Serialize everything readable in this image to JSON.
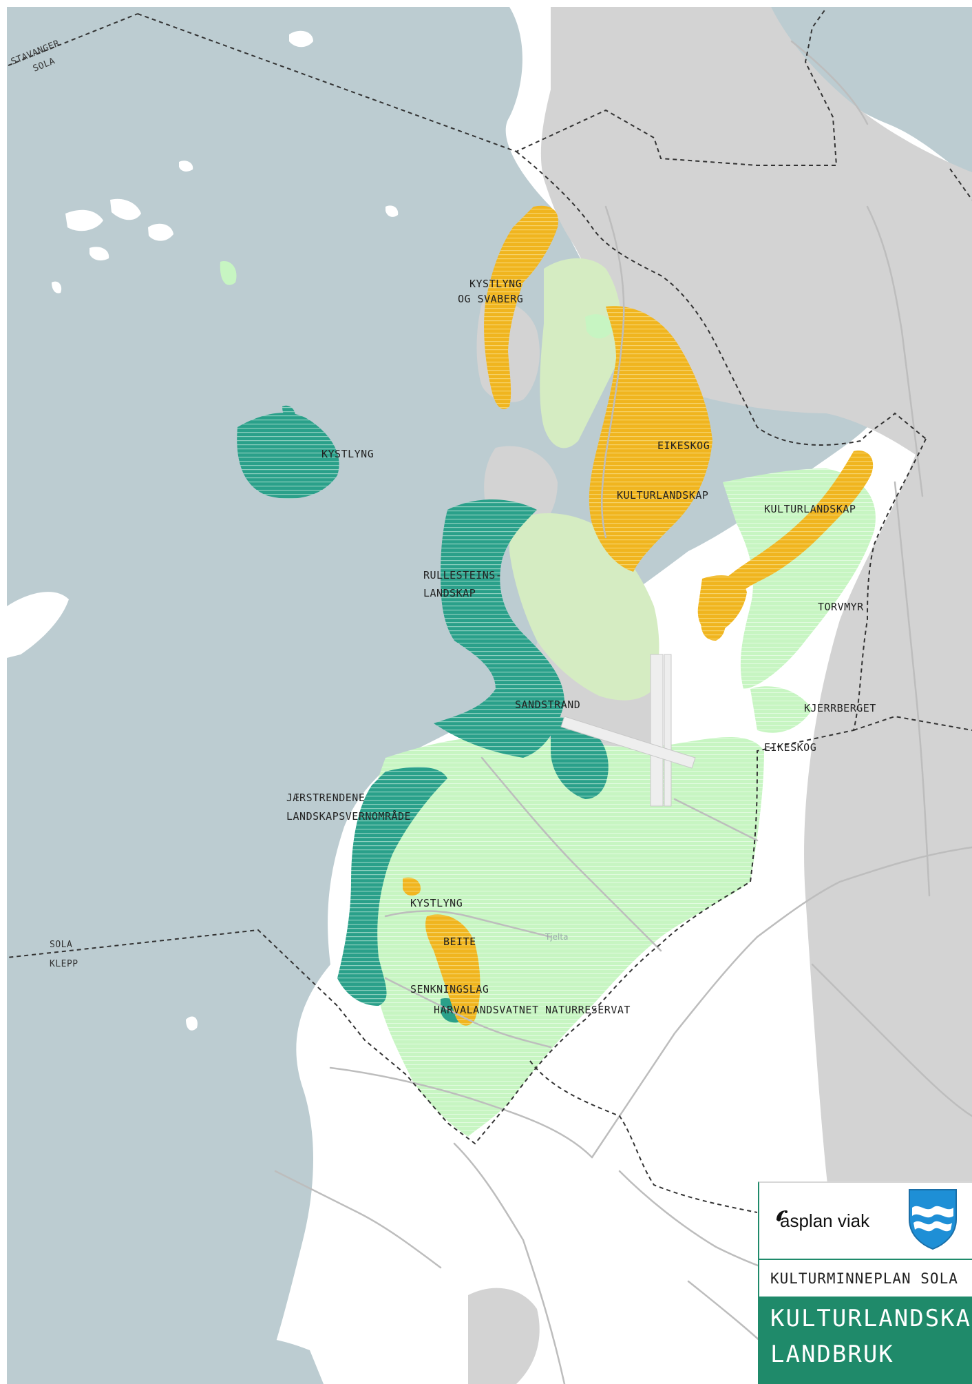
{
  "map": {
    "boundaries": [
      {
        "upper": "STAVANGER",
        "lower": "SOLA"
      },
      {
        "upper": "SOLA",
        "lower": "KLEPP"
      }
    ],
    "labels": {
      "kystlyng_svaberg_1": "KYSTLYNG",
      "kystlyng_svaberg_2": "OG SVABERG",
      "kystlyng_west": "KYSTLYNG",
      "eikeskog_north": "EIKESKOG",
      "kulturlandskap_center": "KULTURLANDSKAP",
      "kulturlandskap_east": "KULTURLANDSKAP",
      "rullestein_1": "RULLESTEINS-",
      "rullestein_2": "LANDSKAP",
      "torvmyr": "TORVMYR",
      "sandstrand": "SANDSTRAND",
      "kjerrberget": "KJERRBERGET",
      "eikeskog_south": "EIKESKOG",
      "jaerstrendene_1": "JÆRSTRENDENE",
      "jaerstrendene_2": "LANDSKAPSVERNOMRÅDE",
      "kystlyng_south": "KYSTLYNG",
      "beite": "BEITE",
      "senkningslag": "SENKNINGSLAG",
      "harvalandsvatnet": "HARVALANDSVATNET NATURRESERVAT",
      "tjelta": "Tjelta"
    },
    "colors": {
      "sea": "#bcccd1",
      "built": "#d3d3d3",
      "land": "#ffffff",
      "farmland": "#d5ecc2",
      "light_green": "#c7f5c2",
      "coastal_teal": "#2aa08a",
      "orange": "#f0b51f",
      "road": "#bdbdbd",
      "boundary": "#333333"
    }
  },
  "titlebox": {
    "brand": "asplan viak",
    "plan_title": "KULTURMINNEPLAN SOLA",
    "subtitle_line1": "KULTURLANDSKAP",
    "subtitle_line2": "LANDBRUK",
    "coat_of_arms": "sola-coat-of-arms-icon"
  }
}
